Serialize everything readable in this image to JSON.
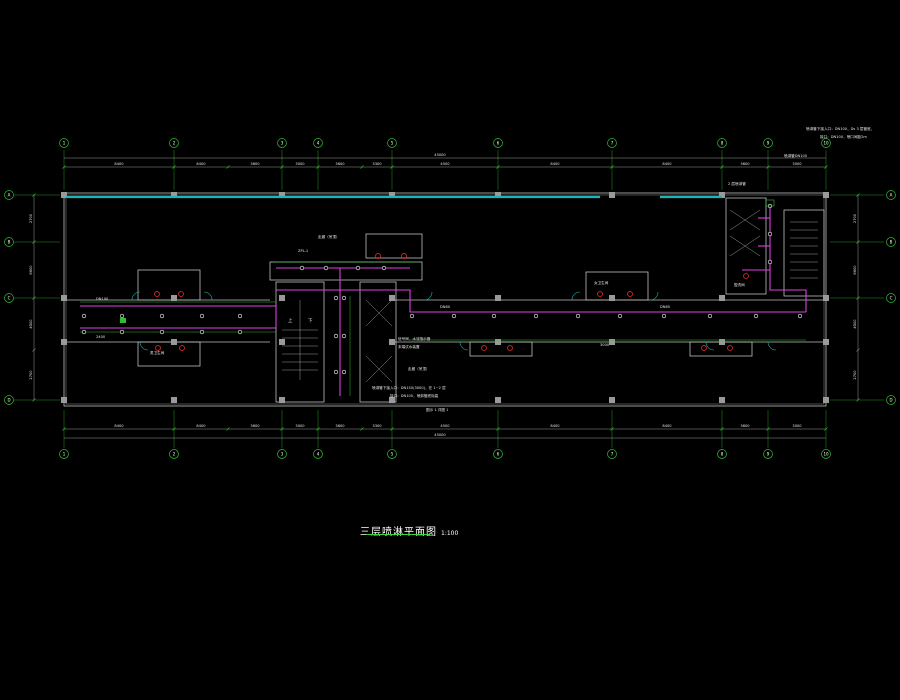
{
  "drawing": {
    "title": "三层喷淋平面图",
    "scale": "1:100",
    "colors": {
      "background": "#000000",
      "wall": "#bfbfbf",
      "glass": "#1fb5b5",
      "axis": "#2fbf2f",
      "pipe": "#e040e0",
      "sprinkler": "#ffffff",
      "riser": "#ff2a2a",
      "valve": "#2fbf2f"
    }
  },
  "axes_top": [
    "1",
    "2",
    "3",
    "4",
    "5",
    "6",
    "7",
    "8",
    "9",
    "10"
  ],
  "axes_bottom": [
    "1",
    "2",
    "3",
    "4",
    "5",
    "6",
    "7",
    "8",
    "9",
    "10"
  ],
  "axes_left": [
    "A",
    "B",
    "C",
    "D"
  ],
  "axes_right": [
    "A",
    "B",
    "C",
    "D"
  ],
  "dims_top": [
    "8400",
    "8400",
    "3600",
    "3000",
    "3600",
    "3300",
    "4500",
    "8400",
    "8400",
    "3600",
    "3000"
  ],
  "dims_total": "45000",
  "dims_bottom": [
    "8400",
    "8400",
    "3600",
    "3000",
    "3600",
    "3300",
    "4500",
    "8400",
    "8400",
    "3600",
    "3000"
  ],
  "dims_left": [
    "2700",
    "6600",
    "4500",
    "2700"
  ],
  "dims_right": [
    "2700",
    "6600",
    "4500",
    "2700"
  ],
  "notes": {
    "top_right_1": "喷淋管下接入口：DN100，Ds 3 层管底，",
    "top_right_2": "接口：DN100，喷口间距2m",
    "corner_label": "喷淋管DN100",
    "box_top": "2 层喷淋管",
    "center_1": "喷淋管下接入口：DN150(3000)，在 1~2 层",
    "center_2": "接口：DN100，喷淋管底标高",
    "below_1": "图示 1 详图 1",
    "hall_1": "走廊（吊顶）",
    "hall_2": "走廊（吊顶）",
    "stair_up": "上",
    "stair_down": "下",
    "pipe_label_1": "DN100",
    "pipe_label_2": "DN80",
    "pipe_label_3": "DN65",
    "riser_label": "ZPL-1",
    "valve_label": "信号阀、水流指示器",
    "valve_label_2": "末端试水装置",
    "room_label_a": "男卫生间",
    "room_label_b": "女卫生间",
    "room_label_c": "盥洗间",
    "pipe_seg": "2400",
    "pipe_seg_b": "3000"
  }
}
